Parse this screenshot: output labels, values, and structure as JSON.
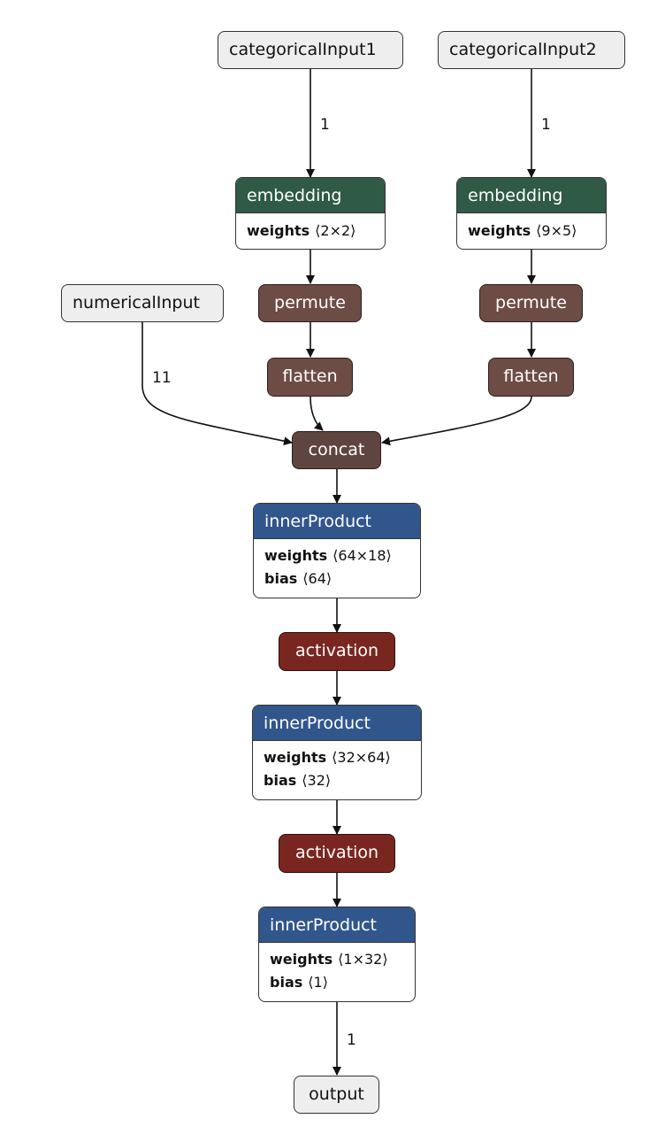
{
  "nodes": {
    "categoricalInput1": {
      "label": "categoricalInput1"
    },
    "categoricalInput2": {
      "label": "categoricalInput2"
    },
    "numericalInput": {
      "label": "numericalInput"
    },
    "embedding1": {
      "label": "embedding",
      "params": [
        {
          "name": "weights",
          "shape": "⟨2×2⟩"
        }
      ]
    },
    "embedding2": {
      "label": "embedding",
      "params": [
        {
          "name": "weights",
          "shape": "⟨9×5⟩"
        }
      ]
    },
    "permute1": {
      "label": "permute"
    },
    "permute2": {
      "label": "permute"
    },
    "flatten1": {
      "label": "flatten"
    },
    "flatten2": {
      "label": "flatten"
    },
    "concat": {
      "label": "concat"
    },
    "innerProduct1": {
      "label": "innerProduct",
      "params": [
        {
          "name": "weights",
          "shape": "⟨64×18⟩"
        },
        {
          "name": "bias",
          "shape": "⟨64⟩"
        }
      ]
    },
    "activation1": {
      "label": "activation"
    },
    "innerProduct2": {
      "label": "innerProduct",
      "params": [
        {
          "name": "weights",
          "shape": "⟨32×64⟩"
        },
        {
          "name": "bias",
          "shape": "⟨32⟩"
        }
      ]
    },
    "activation2": {
      "label": "activation"
    },
    "innerProduct3": {
      "label": "innerProduct",
      "params": [
        {
          "name": "weights",
          "shape": "⟨1×32⟩"
        },
        {
          "name": "bias",
          "shape": "⟨1⟩"
        }
      ]
    },
    "output": {
      "label": "output"
    }
  },
  "edge_labels": {
    "cat1_to_emb1": "1",
    "cat2_to_emb2": "1",
    "num_to_concat": "11",
    "ip3_to_output": "1"
  },
  "colors": {
    "input_node": "#eeeeee",
    "embedding_header": "#2f5a45",
    "inner_product_header": "#31568c",
    "shape_op": "#6d4c45",
    "activation": "#7a2620"
  }
}
